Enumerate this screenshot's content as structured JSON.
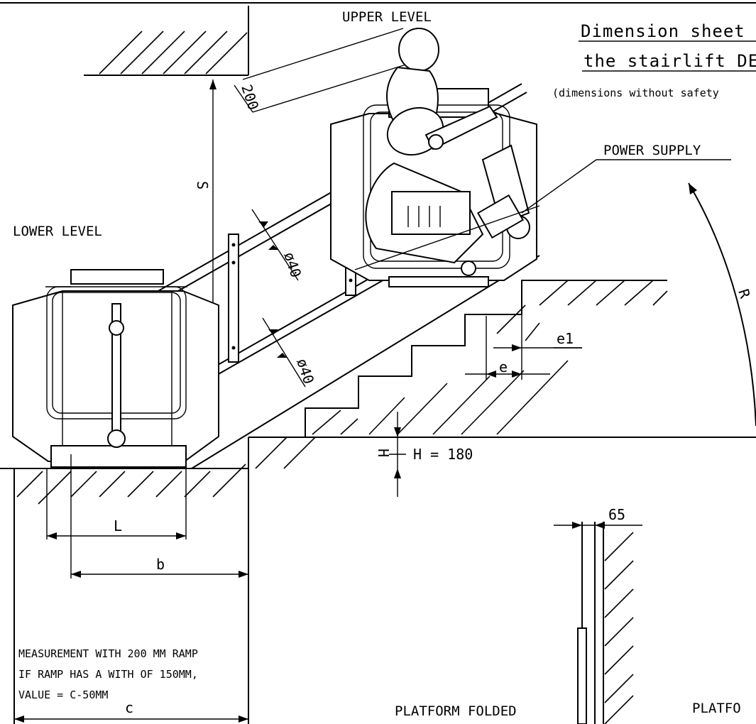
{
  "title": {
    "line1": "Dimension sheet",
    "line2": "the stairlift DEL",
    "note": "(dimensions without safety"
  },
  "labels": {
    "upper_level": "UPPER LEVEL",
    "lower_level": "LOWER LEVEL",
    "power_supply": "POWER SUPPLY",
    "platform_folded": "PLATFORM FOLDED",
    "platform_cut": "PLATFO"
  },
  "dimensions": {
    "clearance": "200",
    "s": "S",
    "dia_upper": "ø40",
    "dia_lower": "ø40",
    "e1": "e1",
    "e": "e",
    "h_symbol": "H",
    "h_value": "H = 180",
    "l": "L",
    "b": "b",
    "c": "c",
    "thickness": "65",
    "radius_partial": "R"
  },
  "note_block": {
    "line1": "MEASUREMENT WITH 200 MM RAMP",
    "line2": "IF RAMP HAS A WITH OF 150MM,",
    "line3": "VALUE = C-50MM"
  }
}
